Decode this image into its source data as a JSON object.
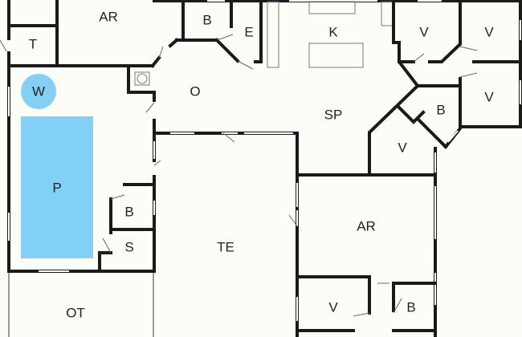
{
  "rooms": {
    "ar_top": "AR",
    "t": "T",
    "b_top": "B",
    "e": "E",
    "k": "K",
    "v1": "V",
    "v2": "V",
    "v3": "V",
    "w": "W",
    "o": "O",
    "sp": "SP",
    "b_right": "B",
    "v4": "V",
    "p": "P",
    "b_left": "B",
    "s": "S",
    "te": "TE",
    "ar_bottom": "AR",
    "v5": "V",
    "b_bottom": "B",
    "ot": "OT"
  },
  "colors": {
    "water": "#82d0f5",
    "wall": "#1a1a1a",
    "background": "#fdfdf8"
  }
}
